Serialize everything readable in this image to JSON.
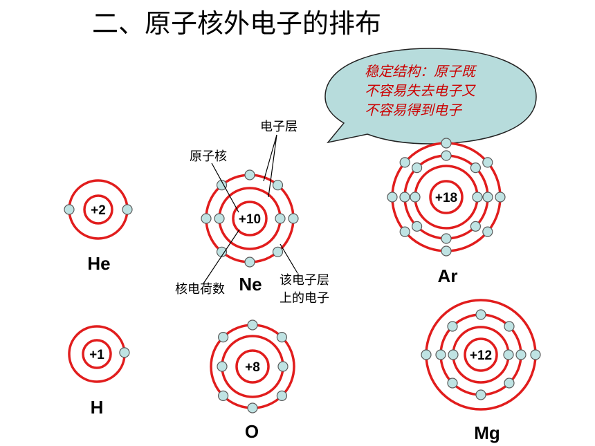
{
  "title": "二、原子核外电子的排布",
  "bubble": {
    "lines": [
      "稳定结构：原子既",
      "不容易失去电子又",
      "不容易得到电子"
    ]
  },
  "annotations": {
    "shell": "电子层",
    "nucleus": "原子核",
    "nuclear_charge": "核电荷数",
    "shell_electrons_line1": "该电子层",
    "shell_electrons_line2": "上的电子"
  },
  "atoms": [
    {
      "symbol": "He",
      "charge": "+2",
      "electrons": [
        2
      ]
    },
    {
      "symbol": "Ne",
      "charge": "+10",
      "electrons": [
        2,
        8
      ]
    },
    {
      "symbol": "Ar",
      "charge": "+18",
      "electrons": [
        2,
        8,
        8
      ]
    },
    {
      "symbol": "H",
      "charge": "+1",
      "electrons": [
        1
      ]
    },
    {
      "symbol": "O",
      "charge": "+8",
      "electrons": [
        2,
        6
      ]
    },
    {
      "symbol": "Mg",
      "charge": "+12",
      "electrons": [
        2,
        8,
        2
      ]
    }
  ],
  "colors": {
    "orbit": "#e11d1d",
    "electron_fill": "#bfe3e3",
    "electron_stroke": "#5a5a5a",
    "bubble_fill": "#b7dcdc",
    "bubble_text": "#cc0000"
  }
}
